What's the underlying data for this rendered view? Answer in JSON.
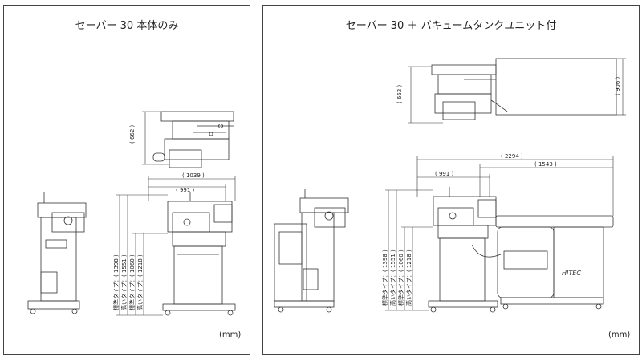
{
  "left": {
    "title": "セーバー 30 本体のみ",
    "unit": "(mm)",
    "dims": {
      "depth_top": "( 662 )",
      "width_overall": "( 1039 )",
      "width_body": "( 991 )",
      "heights": [
        "標準タイプ：( 1398 )",
        "高いタイプ：( 1551 )",
        "標準タイプ：( 1060 )",
        "高いタイプ：( 1218 )"
      ]
    }
  },
  "right": {
    "title": "セーバー 30 ＋ バキュームタンクユニット付",
    "unit": "(mm)",
    "dims": {
      "depth_top": "( 662 )",
      "depth_tank": "( 906 )",
      "width_total": "( 2294 )",
      "width_tank": "( 1543 )",
      "width_body": "( 991 )",
      "heights": [
        "標準タイプ：( 1398 )",
        "高いタイプ：( 1551 )",
        "標準タイプ：( 1060 )",
        "高いタイプ：( 1218 )"
      ]
    },
    "brand_label": "HITEC"
  },
  "colors": {
    "line": "#333333",
    "border": "#444444"
  }
}
